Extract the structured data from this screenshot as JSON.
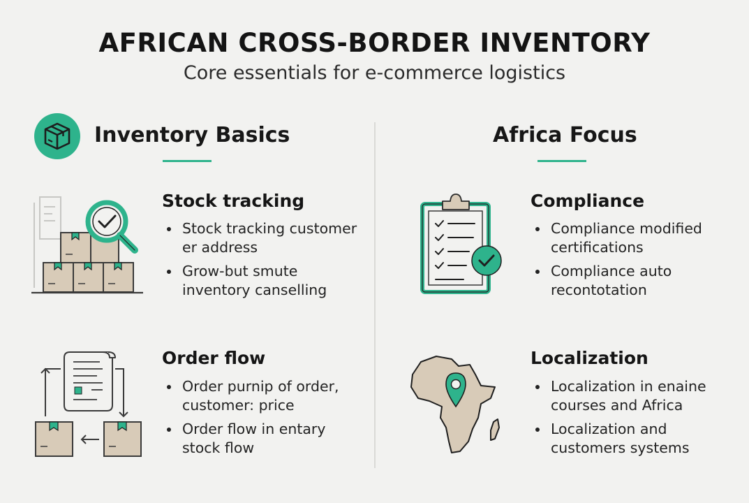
{
  "header": {
    "title": "AFRICAN CROSS-BORDER INVENTORY",
    "subtitle": "Core essentials for e-commerce logistics"
  },
  "colors": {
    "accent": "#2eb38c",
    "box": "#d8cbb8",
    "outline": "#3a3a3a"
  },
  "left": {
    "heading": "Inventory Basics",
    "heading_icon": "package-icon",
    "sections": [
      {
        "title": "Stock tracking",
        "icon": "inventory-magnifier-icon",
        "bullets": [
          "Stock tracking customer er address",
          "Grow-but smute inventory canselling"
        ]
      },
      {
        "title": "Order flow",
        "icon": "order-flow-icon",
        "bullets": [
          "Order purnip of order, customer: price",
          "Order flow in entary stock flow"
        ]
      }
    ]
  },
  "right": {
    "heading": "Africa Focus",
    "sections": [
      {
        "title": "Compliance",
        "icon": "clipboard-check-icon",
        "bullets": [
          "Compliance modified certifications",
          "Compliance auto recontotation"
        ]
      },
      {
        "title": "Localization",
        "icon": "africa-map-pin-icon",
        "bullets": [
          "Localization in enaine courses and Africa",
          "Localization and customers systems"
        ]
      }
    ]
  }
}
